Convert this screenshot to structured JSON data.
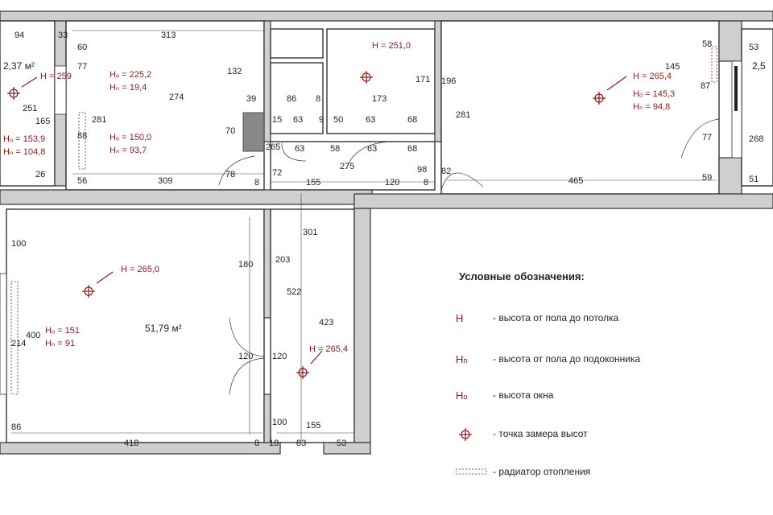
{
  "legend": {
    "title": "Условные обозначения:",
    "items": [
      {
        "symbol": "H",
        "sub": "",
        "text": "- высота от пола до потолка",
        "icon": "height-letter"
      },
      {
        "symbol": "H",
        "sub": "п",
        "text": "- высота от пола до подоконника",
        "icon": "sill-letter"
      },
      {
        "symbol": "H",
        "sub": "о",
        "text": "- высота окна",
        "icon": "window-letter"
      },
      {
        "symbol": "",
        "sub": "",
        "text": "- точка замера высот",
        "icon": "crosshair-icon"
      },
      {
        "symbol": "",
        "sub": "",
        "text": "- радиатор отопления",
        "icon": "radiator-icon"
      }
    ]
  },
  "areas": [
    {
      "id": "balcony-left",
      "text": "2,37 м²"
    },
    {
      "id": "living",
      "text": "51,79 м²"
    },
    {
      "id": "balcony-right",
      "text": "2,5"
    }
  ],
  "heights": [
    {
      "id": "h-balcony-left",
      "text": "H = 259"
    },
    {
      "id": "h-kitchen-ho",
      "text": "Hₒ = 225,2"
    },
    {
      "id": "h-kitchen-hp",
      "text": "Hₙ = 19,4"
    },
    {
      "id": "h-wc",
      "text": "H = 251,0"
    },
    {
      "id": "h-bed-h",
      "text": "H = 265,4"
    },
    {
      "id": "h-bed-ho",
      "text": "Hₒ = 145,3"
    },
    {
      "id": "h-bed-hp",
      "text": "Hₙ = 94,8"
    },
    {
      "id": "h-bl-ho",
      "text": "Hₒ = 153,9"
    },
    {
      "id": "h-bl-hp",
      "text": "Hₙ = 104,8"
    },
    {
      "id": "h-k2-ho",
      "text": "Hₒ = 150,0"
    },
    {
      "id": "h-k2-hp",
      "text": "Hₙ = 93,7"
    },
    {
      "id": "h-living",
      "text": "H = 265,0"
    },
    {
      "id": "h-liv-ho",
      "text": "Hₒ = 151"
    },
    {
      "id": "h-liv-hp",
      "text": "Hₙ = 91"
    },
    {
      "id": "h-hall",
      "text": "H = 265,4"
    }
  ],
  "dims": [
    "94",
    "33",
    "313",
    "60",
    "77",
    "251",
    "165",
    "26",
    "132",
    "274",
    "281",
    "88",
    "70",
    "309",
    "56",
    "39",
    "86",
    "8",
    "15",
    "63",
    "9",
    "50",
    "63",
    "68",
    "173",
    "171",
    "196",
    "281",
    "58",
    "145",
    "87",
    "265",
    "63",
    "58",
    "63",
    "68",
    "275",
    "72",
    "78",
    "8",
    "155",
    "120",
    "98",
    "8",
    "82",
    "465",
    "77",
    "59",
    "53",
    "268",
    "51",
    "100",
    "180",
    "203",
    "301",
    "522",
    "400",
    "214",
    "120",
    "120",
    "423",
    "100",
    "155",
    "86",
    "418",
    "8",
    "18",
    "83",
    "53"
  ]
}
